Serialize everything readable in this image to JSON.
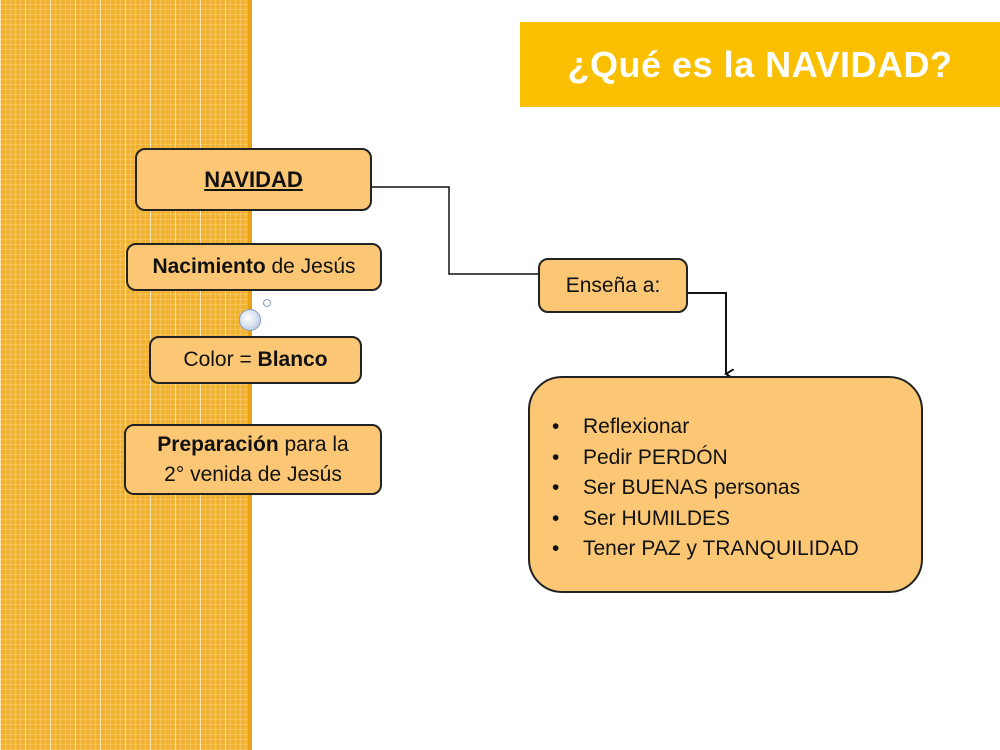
{
  "title": "¿Qué es la NAVIDAD?",
  "main_node": {
    "label": "NAVIDAD"
  },
  "left_nodes": [
    {
      "bold": "Nacimiento",
      "text": " de Jesús"
    },
    {
      "text": "Color = ",
      "bold": "Blanco"
    },
    {
      "bold": "Preparación",
      "text": " para la",
      "line2": "2° venida de Jesús"
    }
  ],
  "connector_node": {
    "label": "Enseña a:"
  },
  "list_node": {
    "bullet": "•",
    "items": [
      "Reflexionar",
      "Pedir PERDÓN",
      "Ser BUENAS personas",
      "Ser HUMILDES",
      "Tener PAZ y TRANQUILIDAD"
    ]
  },
  "colors": {
    "side_band": "#f2b231",
    "title_bar": "#fac000",
    "node_fill": "#fbc774",
    "node_border": "#222222"
  }
}
